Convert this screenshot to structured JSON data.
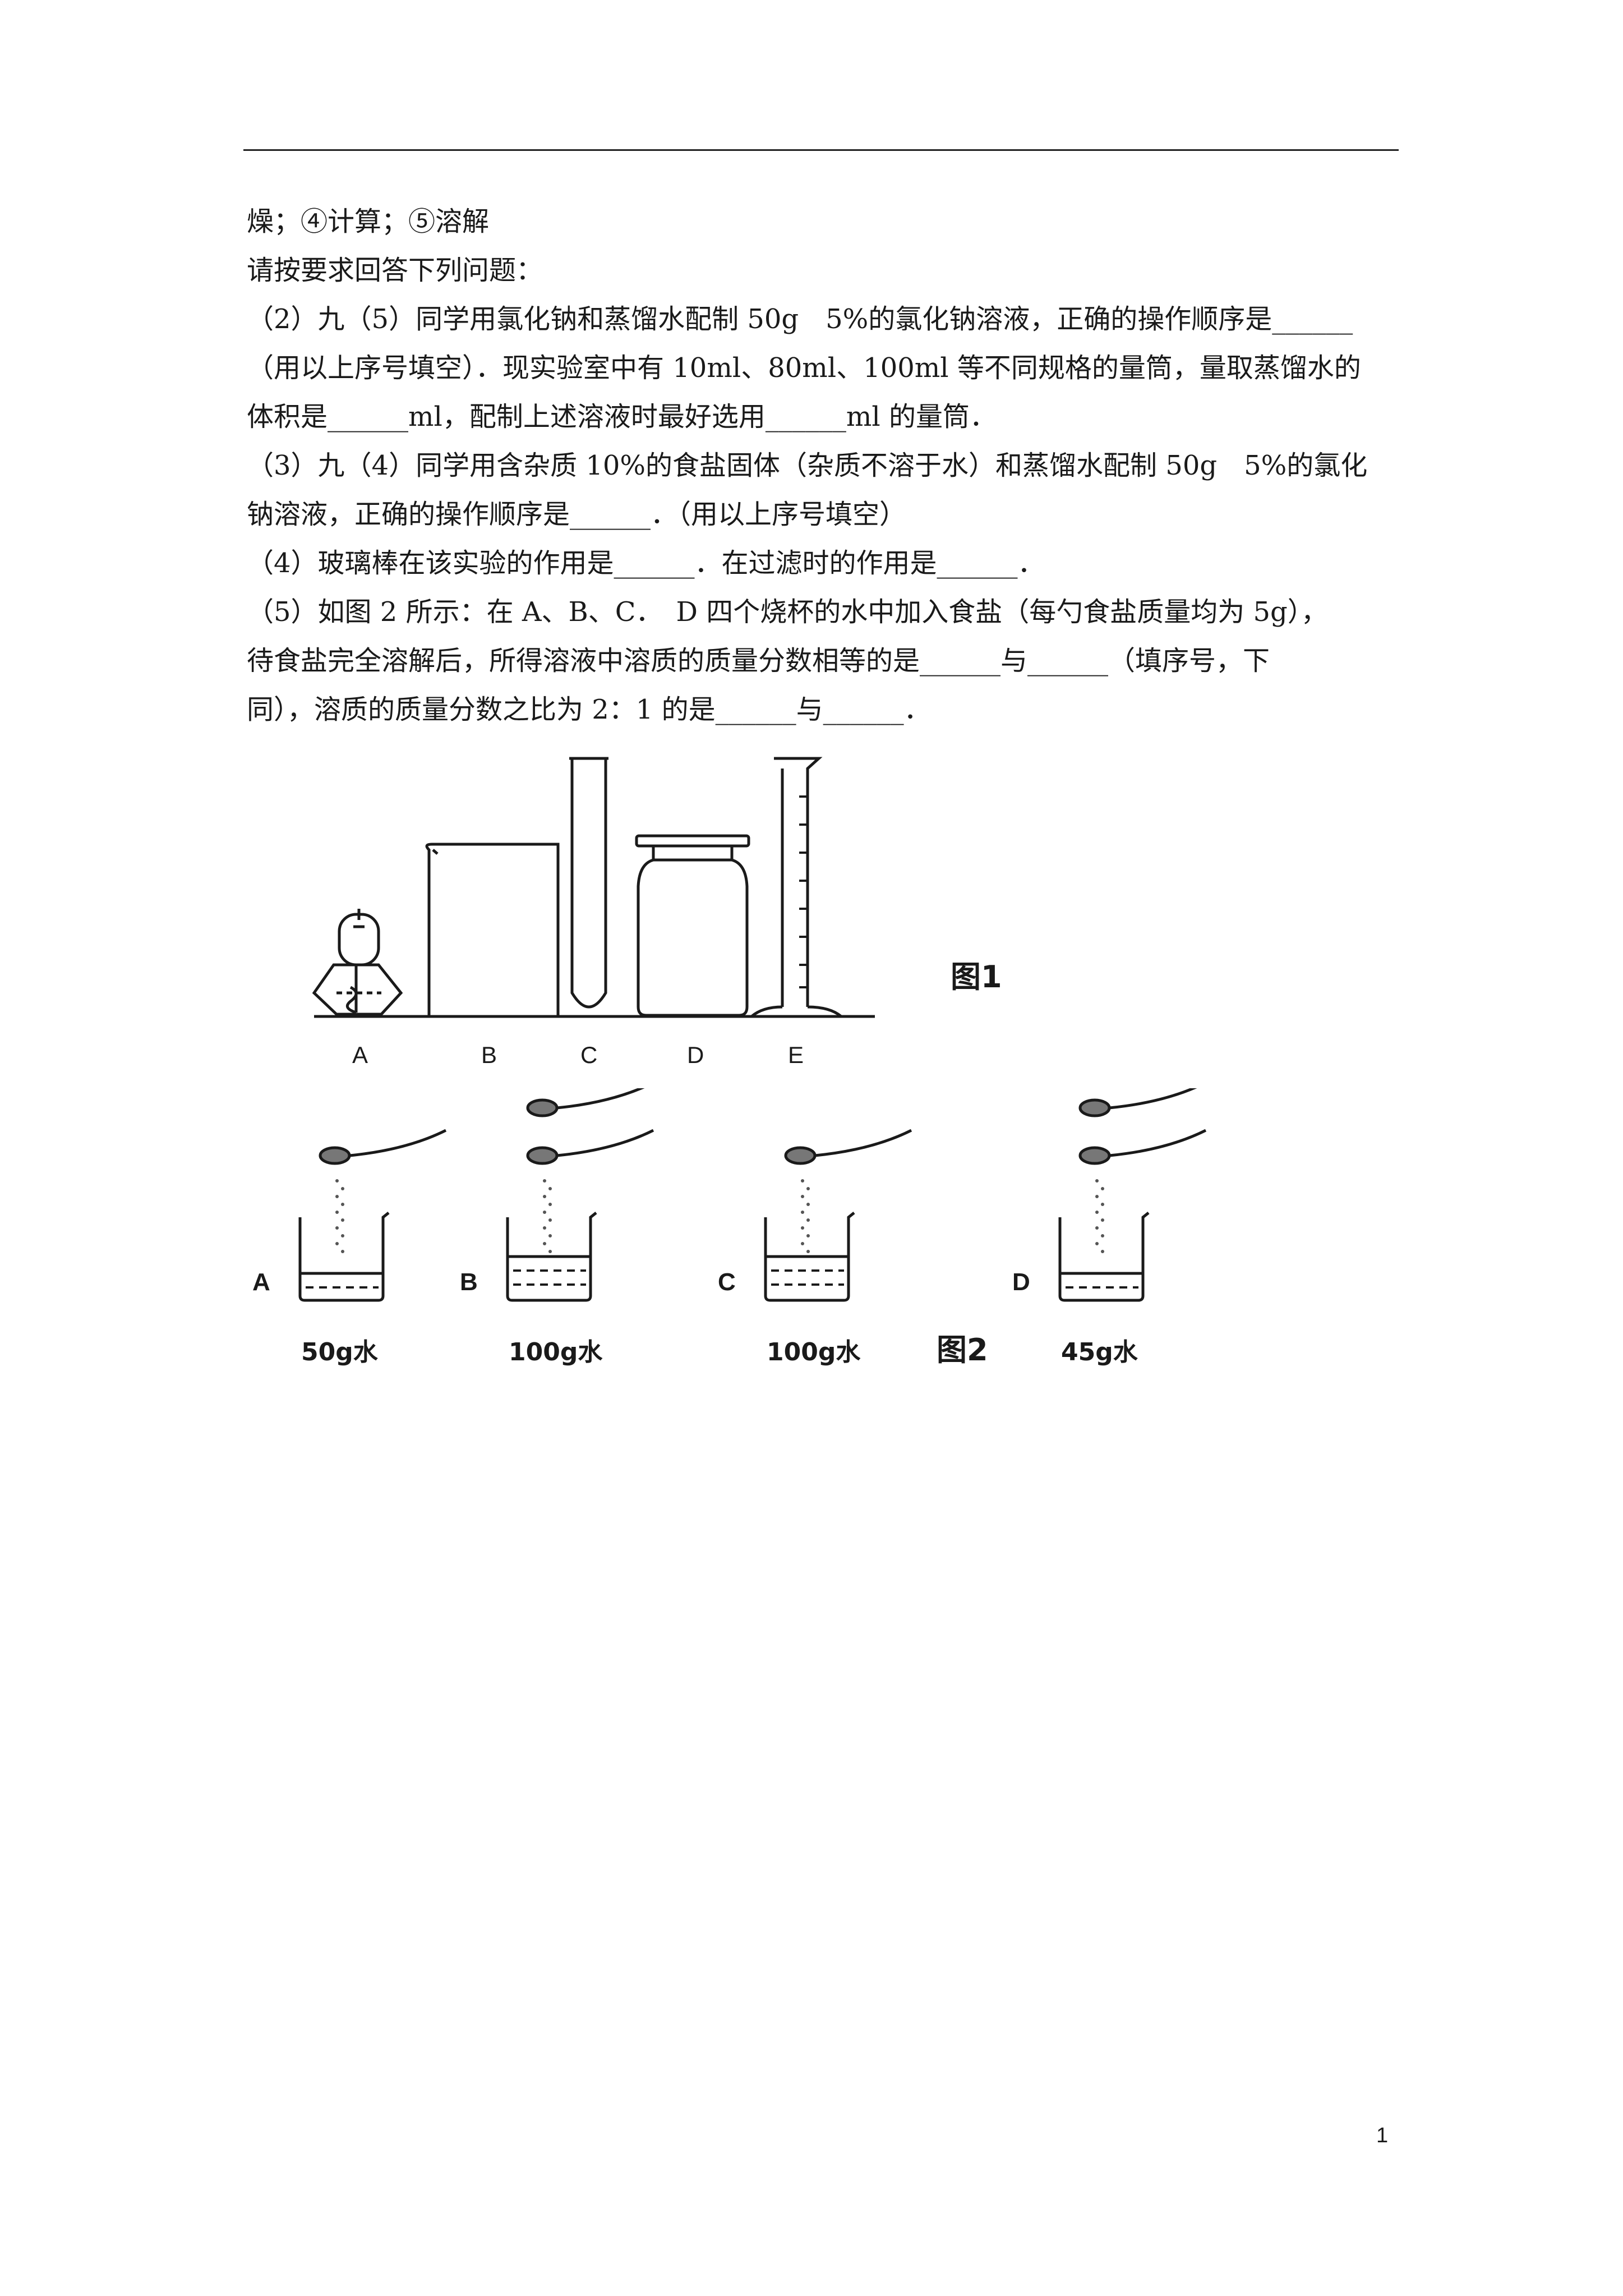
{
  "lines": [
    "燥；④计算；⑤溶解",
    "请按要求回答下列问题：",
    "（2）九（5）同学用氯化钠和蒸馏水配制 50g　5%的氯化钠溶液，正确的操作顺序是______",
    "（用以上序号填空）．现实验室中有 10ml、80ml、100ml 等不同规格的量筒，量取蒸馏水的",
    "体积是______ml，配制上述溶液时最好选用______ml 的量筒．",
    "（3）九（4）同学用含杂质 10%的食盐固体（杂质不溶于水）和蒸馏水配制 50g　5%的氯化",
    "钠溶液，正确的操作顺序是______．（用以上序号填空）",
    "（4）玻璃棒在该实验的作用是______．在过滤时的作用是______．",
    "（5）如图 2 所示：在 A、B、C．　D 四个烧杯的水中加入食盐（每勺食盐质量均为 5g），",
    "待食盐完全溶解后，所得溶液中溶质的质量分数相等的是______与______（填序号，下",
    "同），溶质的质量分数之比为 2：1 的是______与______．"
  ],
  "figure1": {
    "caption": "图1",
    "labels": [
      "A",
      "B",
      "C",
      "D",
      "E"
    ]
  },
  "figure2": {
    "caption": "图2",
    "beakers": [
      {
        "label": "A",
        "water": "50g水",
        "spoons": 1
      },
      {
        "label": "B",
        "water": "100g水",
        "spoons": 2
      },
      {
        "label": "C",
        "water": "100g水",
        "spoons": 1
      },
      {
        "label": "D",
        "water": "45g水",
        "spoons": 2
      }
    ]
  },
  "page_number": "1"
}
